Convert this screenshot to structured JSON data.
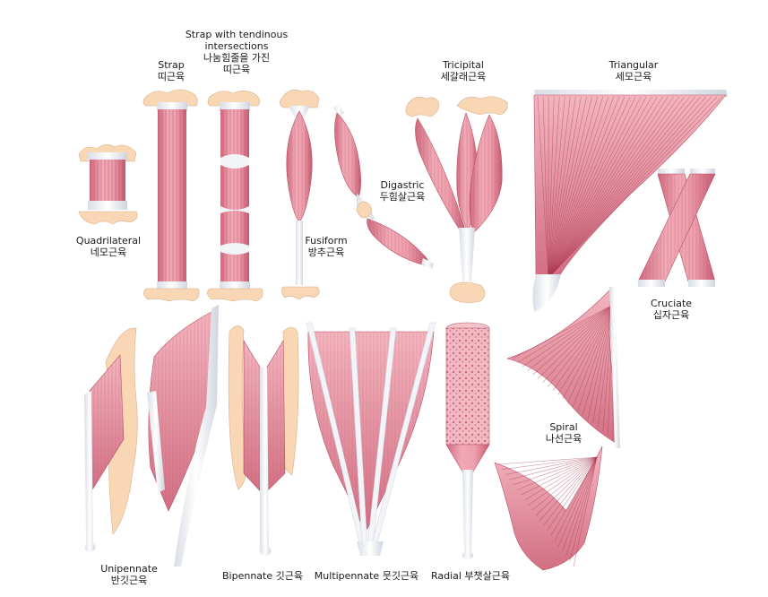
{
  "labels": {
    "strap_tendinous": {
      "en_1": "Strap with tendinous",
      "en_2": "intersections",
      "ko": "나눔힘줄을 가진",
      "ko_2": "띠근육"
    },
    "strap": {
      "en": "Strap",
      "ko": "띠근육"
    },
    "quadrilateral": {
      "en": "Quadrilateral",
      "ko": "네모근육"
    },
    "fusiform": {
      "en": "Fusiform",
      "ko": "방추근육"
    },
    "digastric": {
      "en": "Digastric",
      "ko": "두힘살근육"
    },
    "tricipital": {
      "en": "Tricipital",
      "ko": "세갈래근육"
    },
    "triangular": {
      "en": "Triangular",
      "ko": "세모근육"
    },
    "cruciate": {
      "en": "Cruciate",
      "ko": "십자근육"
    },
    "spiral": {
      "en": "Spiral",
      "ko": "나선근육"
    },
    "unipennate": {
      "en": "Unipennate",
      "ko": "반깃근육"
    },
    "bipennate": {
      "text": "Bipennate 깃근육"
    },
    "multipennate": {
      "text": "Multipennate 뭇깃근육"
    },
    "radial": {
      "text": "Radial 부챗살근육"
    }
  },
  "colors": {
    "muscle": "#e58f9e",
    "muscle_dark": "#c2566b",
    "fiber": "#a8354d",
    "tendon": "#eef0f4",
    "bone": "#f9d7b4"
  }
}
